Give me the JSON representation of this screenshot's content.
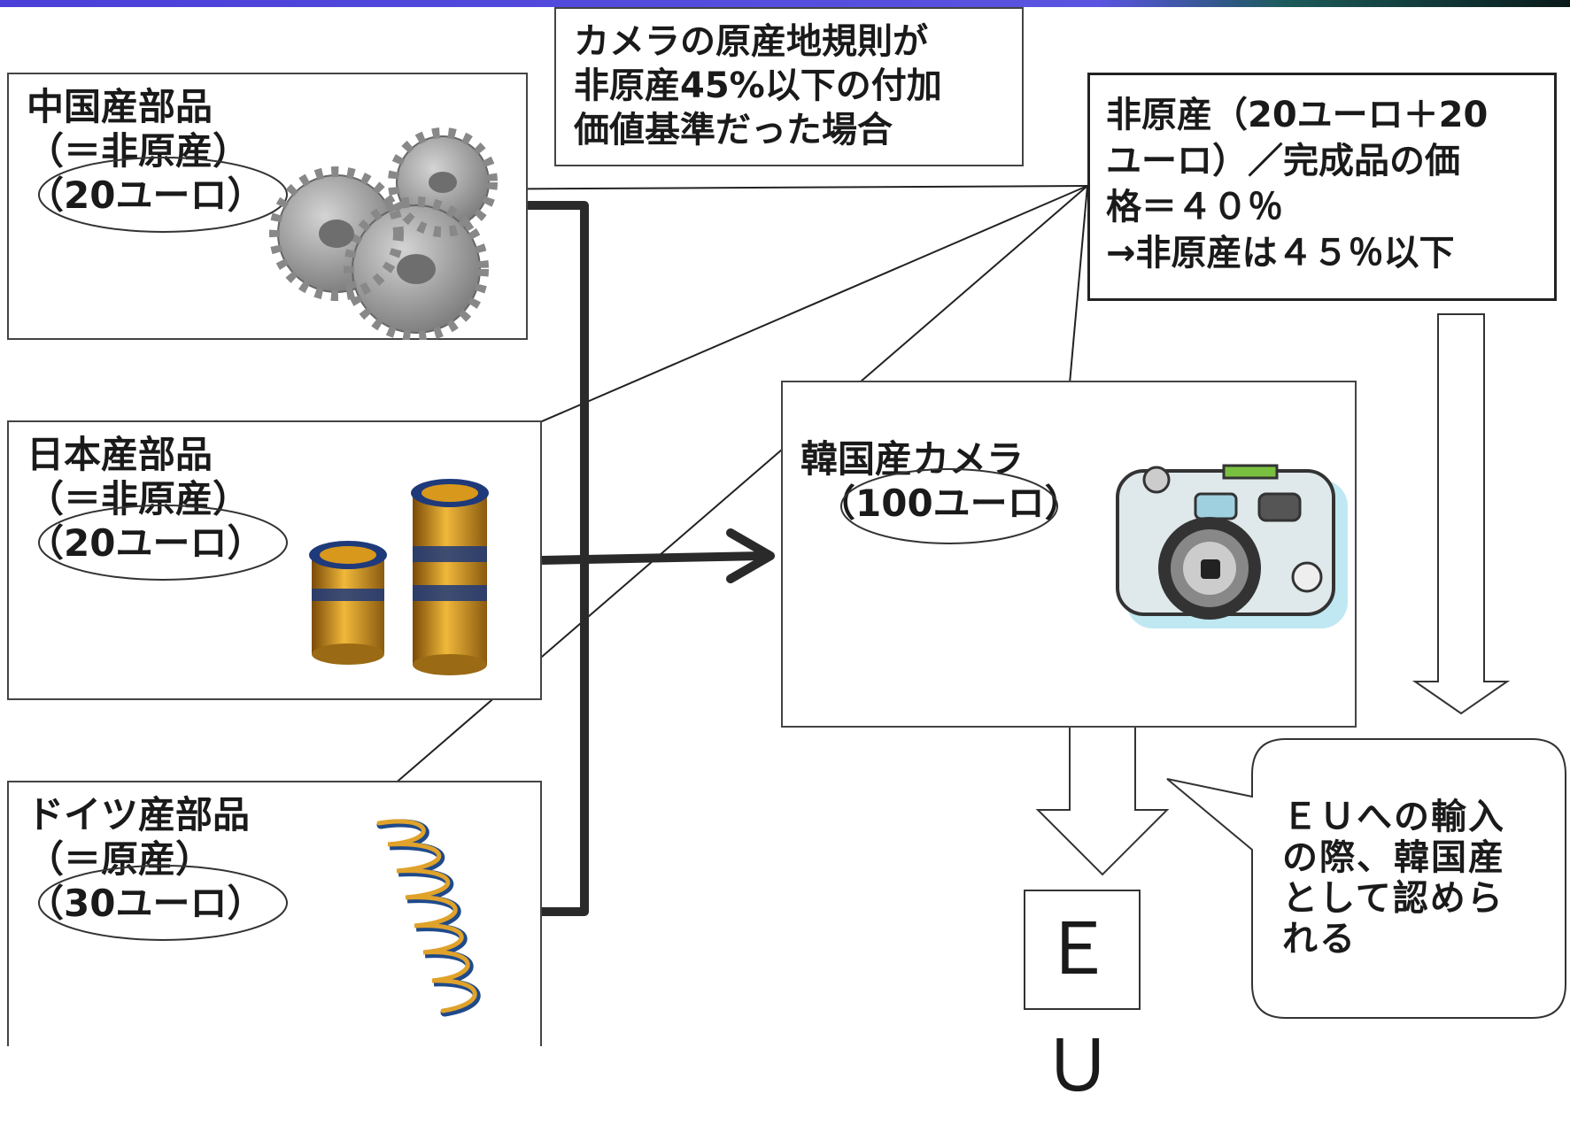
{
  "condition_box": {
    "lines": [
      "カメラの原産地規則が",
      "非原産45%以下の付加",
      "価値基準だった場合"
    ]
  },
  "parts": [
    {
      "name": "中国産部品",
      "status": "（＝非原産）",
      "price": "（20ユーロ）",
      "icon": "gears-icon"
    },
    {
      "name": "日本産部品",
      "status": "（＝非原産）",
      "price": "（20ユーロ）",
      "icon": "cylinders-icon"
    },
    {
      "name": "ドイツ産部品",
      "status": "（＝原産）",
      "price": "（30ユーロ）",
      "icon": "spring-icon"
    }
  ],
  "camera": {
    "name": "韓国産カメラ",
    "price": "（100ユーロ）",
    "icon": "camera-icon"
  },
  "calc_box": {
    "lines": [
      "非原産（20ユーロ＋20",
      "ユーロ）／完成品の価",
      "格＝４０％",
      "→非原産は４５％以下"
    ]
  },
  "destination": {
    "label": "ＥＵ"
  },
  "callout": {
    "lines": [
      "ＥＵへの輸入",
      "の際、韓国産",
      "として認めら",
      "れる"
    ]
  },
  "colors": {
    "accent_bar": "#4a3fd8",
    "gear": "#9a9a9a",
    "brass": "#d8981c",
    "coil_blue": "#1f4a8a",
    "camera_body": "#dfe8ea"
  }
}
